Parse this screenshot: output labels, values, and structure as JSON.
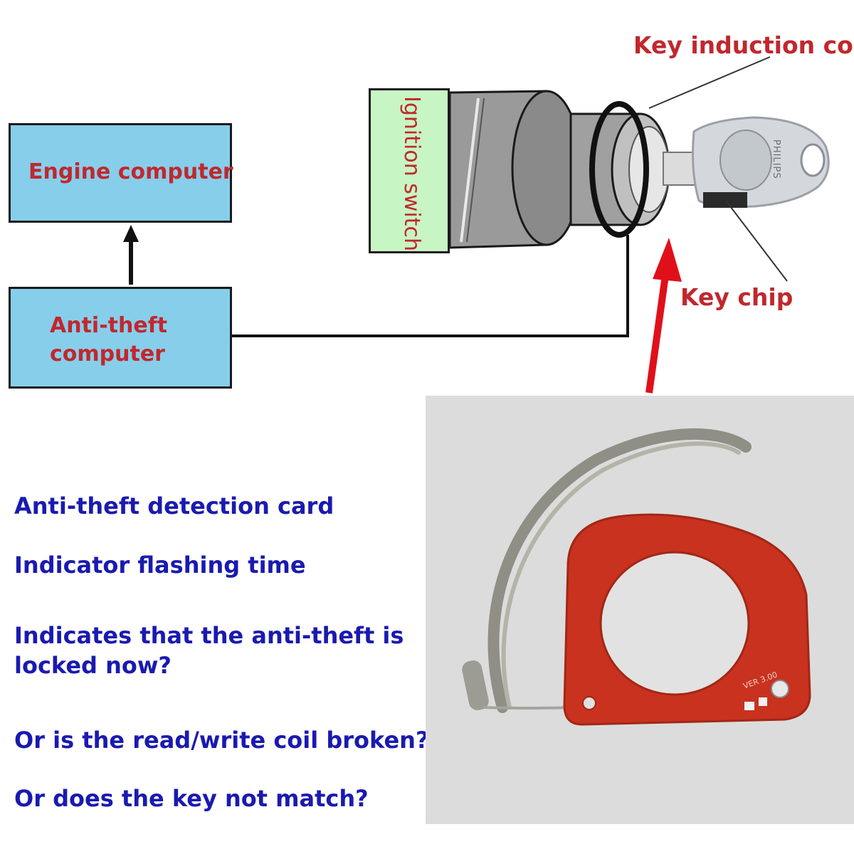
{
  "diagram": {
    "engine_computer": "Engine computer",
    "anti_theft_computer": "Anti-theft computer",
    "ignition_switch": "Ignition switch",
    "key_induction_coil": "Key induction coil",
    "key_chip": "Key chip",
    "key_imprint": "PHILIPS"
  },
  "questions": [
    "Anti-theft detection card",
    "Indicator flashing time",
    "Indicates that the anti-theft is locked now?",
    "Or is the read/write coil broken?",
    "Or does the key not match?"
  ],
  "card": {
    "version": "VER 3.00"
  },
  "colors": {
    "label_red": "#c0282d",
    "question_blue": "#1a1ab0",
    "box_blue": "#87ceeb",
    "ignition_green": "#c8f5c4",
    "card_red": "#c8321f"
  }
}
